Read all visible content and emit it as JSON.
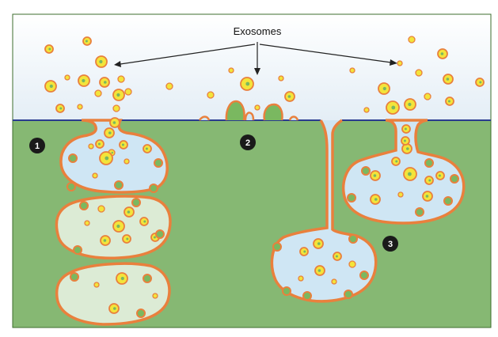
{
  "label": "Exosomes",
  "markers": [
    "1",
    "2",
    "3"
  ],
  "colors": {
    "outside": "#e4eef6",
    "cell": "#86b873",
    "membrane": "#e9803d",
    "lumen": "#cfe6f4",
    "mature_lumen": "#dcebd5",
    "vesicle_fill": "#f3e43a",
    "vesicle_ring": "#e9803d",
    "vesicle_core": "#7ab860",
    "arrow": "#222222",
    "marker": "#1a1a1a"
  }
}
